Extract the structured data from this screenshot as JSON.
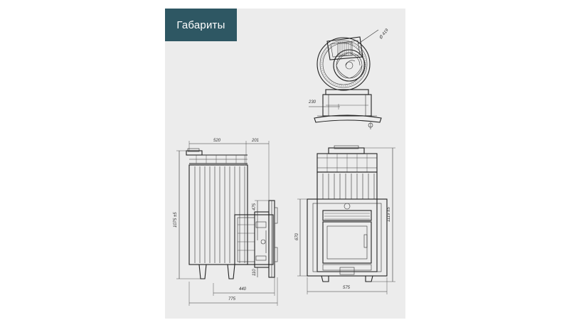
{
  "header": {
    "title": "Габариты"
  },
  "dimensions": {
    "top_view": {
      "diameter": "Ø 419",
      "offset": "230"
    },
    "side_view": {
      "width_main": "520",
      "width_extra": "201",
      "height_total": "1075 ±5",
      "depth_tunnel": "440",
      "total_length": "775",
      "tunnel_height": "475",
      "base_offset": "110"
    },
    "front_view": {
      "tunnel_height": "670",
      "height_total": "1119 ±5",
      "width": "575"
    }
  },
  "colors": {
    "badge": "#2e5763",
    "sheet": "#ececec",
    "line": "#222222"
  }
}
